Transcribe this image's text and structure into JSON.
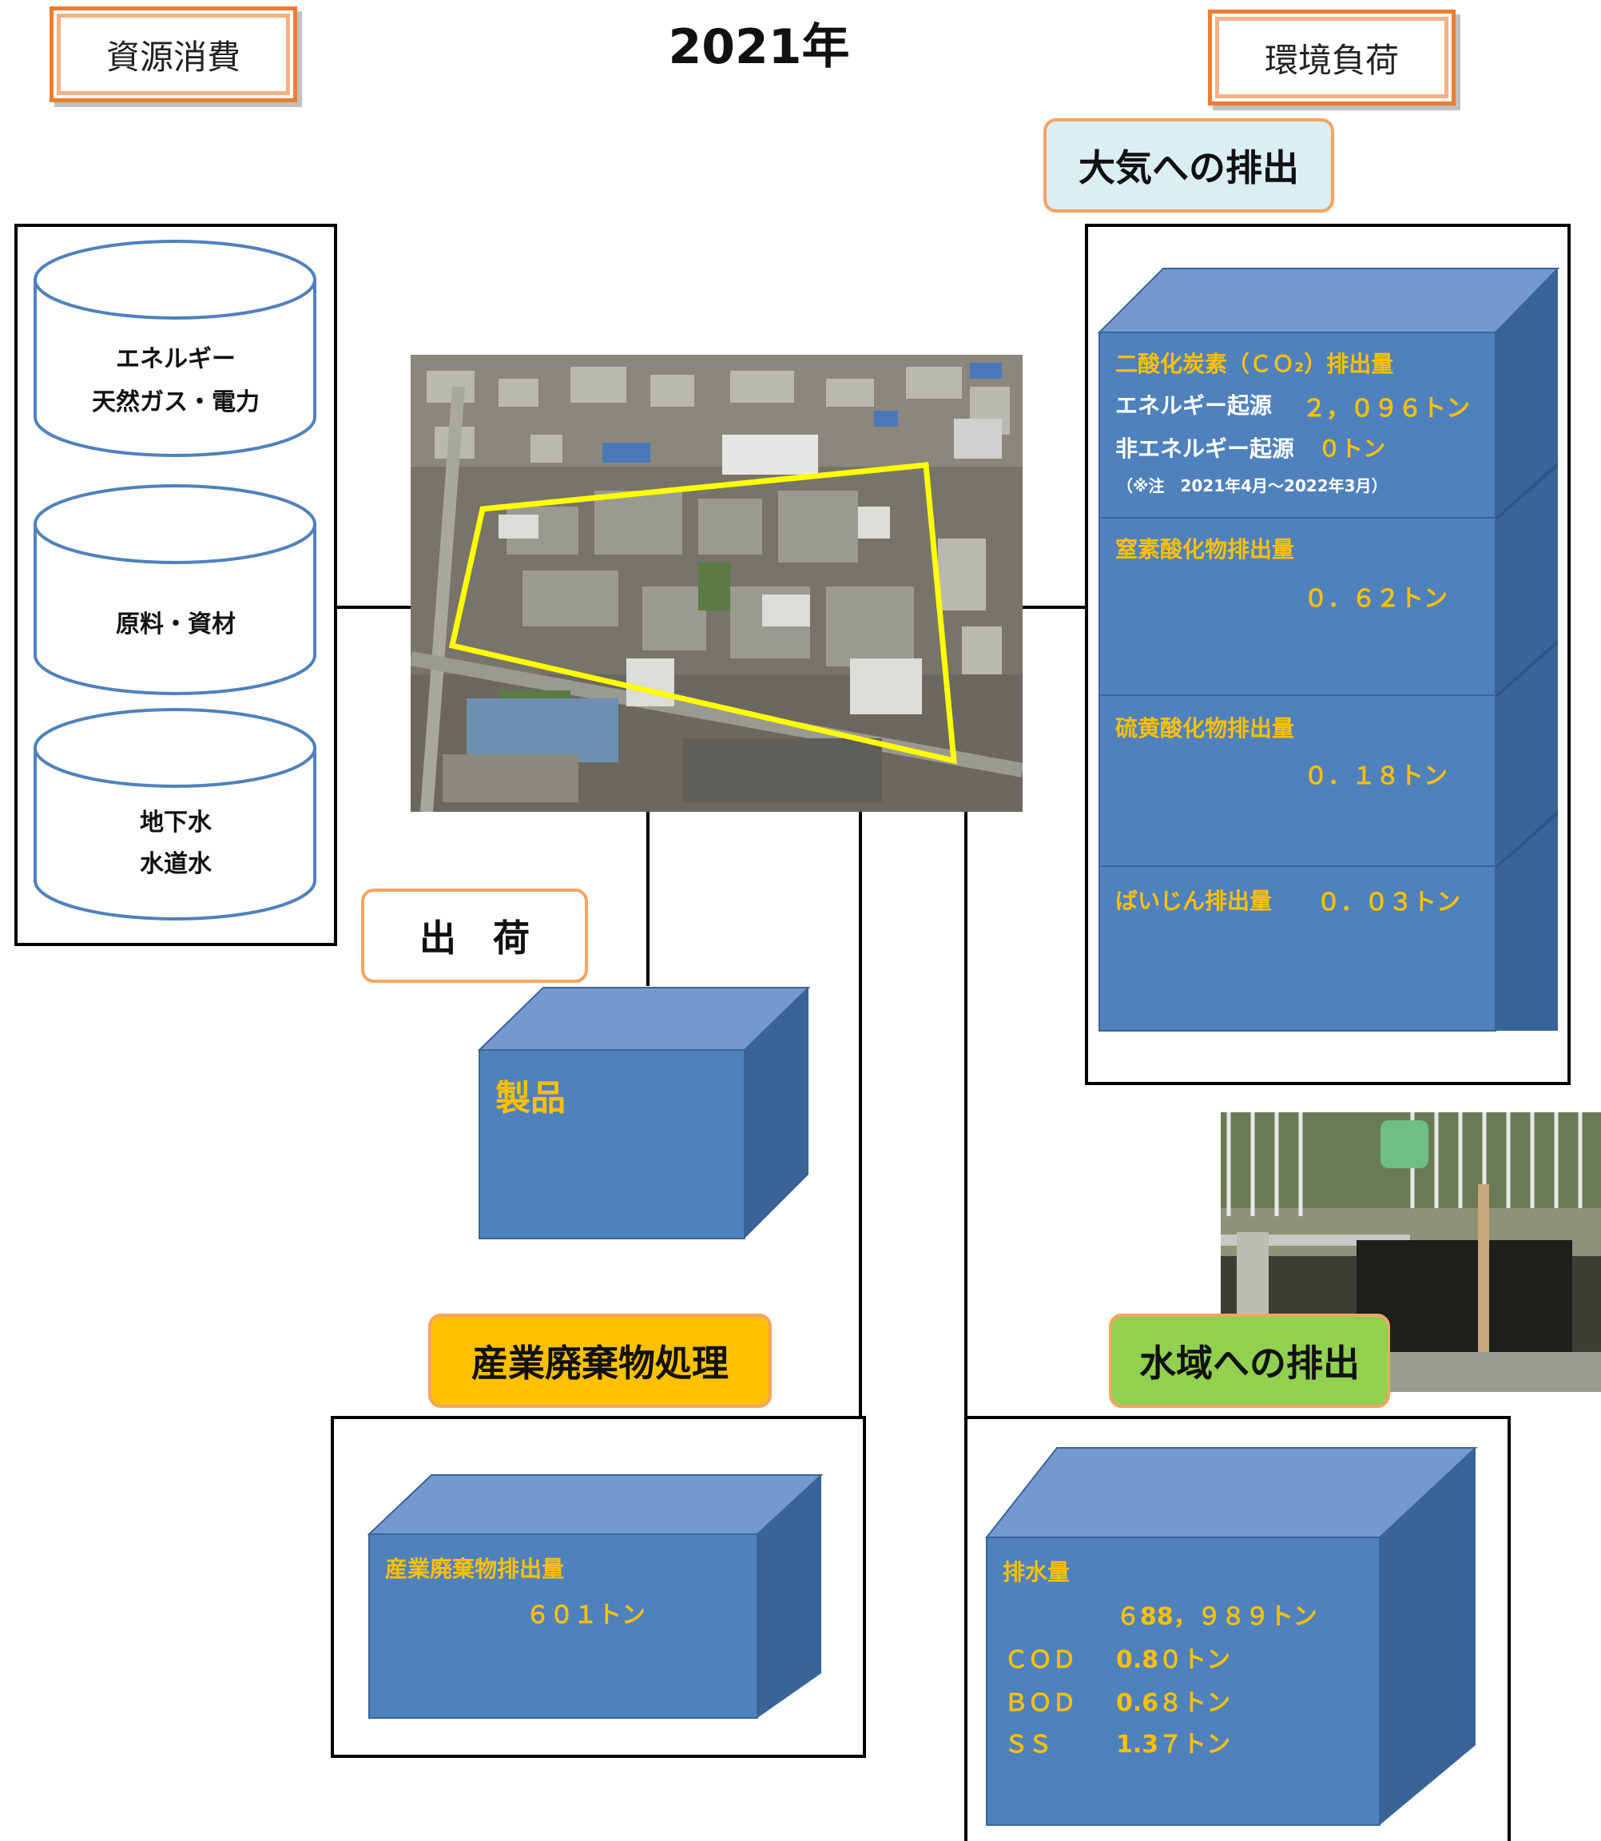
{
  "header": {
    "year": "2021年",
    "left_tag": "資源消費",
    "right_tag": "環境負荷"
  },
  "resources": {
    "energy_line1": "エネルギー",
    "energy_line2": "天然ガス・電力",
    "materials": "原料・資材",
    "water_line1": "地下水",
    "water_line2": "水道水"
  },
  "air": {
    "title": "大気への排出",
    "co2_title": "二酸化炭素（ＣＯ₂）排出量",
    "co2_energy_label": "エネルギー起源",
    "co2_energy_value": "２，０９６トン",
    "co2_nonenergy_label": "非エネルギー起源",
    "co2_nonenergy_value": "０トン",
    "co2_note": "（※注　2021年4月～2022年3月）",
    "nox_label": "窒素酸化物排出量",
    "nox_value": "０．６２トン",
    "sox_label": "硫黄酸化物排出量",
    "sox_value": "０．１８トン",
    "dust_label": "ばいじん排出量",
    "dust_value": "０．０３トン"
  },
  "shipping": {
    "title": "出　荷",
    "product": "製品"
  },
  "waste": {
    "title": "産業廃棄物処理",
    "label": "産業廃棄物排出量",
    "value": "６０１トン"
  },
  "water_out": {
    "title": "水域への排出",
    "drain_label": "排水量",
    "drain_value": "６88，９８９トン",
    "cod_label": "ＣＯＤ",
    "cod_value": "0.8０トン",
    "bod_label": "ＢＯＤ",
    "bod_value": "0.6８トン",
    "ss_label": "ＳＳ",
    "ss_value": "1.3７トン"
  },
  "colors": {
    "cube_front": "#4f81bd",
    "cube_top": "#7399cf",
    "cube_side": "#3a6497",
    "accent_orange": "#ed7d31",
    "highlight_yellow": "#ffc000",
    "waste_badge": "#ffc000",
    "water_badge": "#92d050",
    "air_badge": "#dbeef4"
  }
}
